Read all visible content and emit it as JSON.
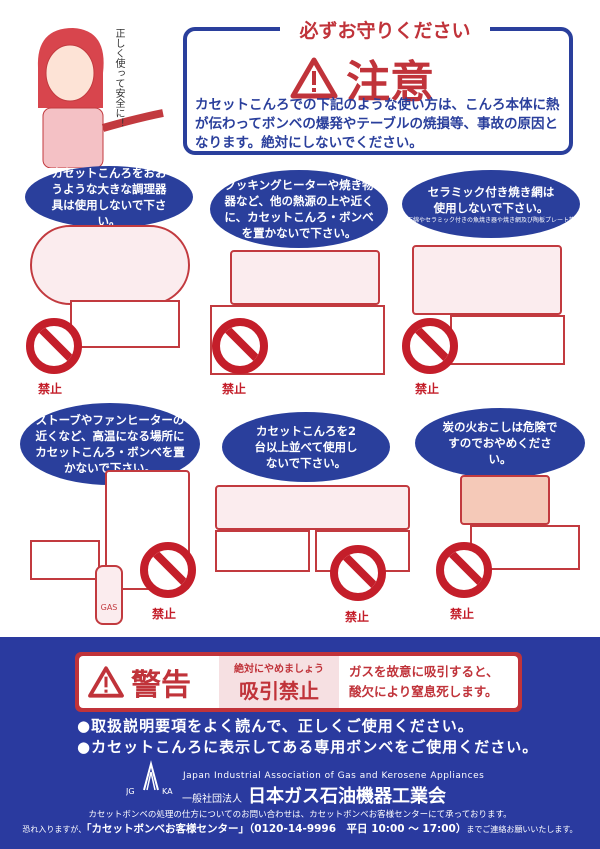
{
  "header": {
    "must_keep": "必ずお守りください",
    "caution_title": "注意",
    "caution_text": "カセットこんろでの下記のような使い方は、こんろ本体に熱が伝わってボンベの爆発やテーブルの焼損等、事故の原因となります。絶対にしないでください。",
    "speech": "正しく使って安全に！",
    "icon": "warning-triangle-icon"
  },
  "panels": [
    {
      "bubble": "カセットこんろをおおうような大きな調理器具は使用しないで下さい。",
      "ban_label": "禁止"
    },
    {
      "bubble": "クッキングヒーターや焼き物器など、他の熱源の上や近くに、カセットこんろ・ボンベを置かないで下さい。",
      "ban_label": "禁止"
    },
    {
      "bubble": "セラミック付き焼き網は使用しないで下さい。",
      "note": "石綿やセラミック付きの魚焼き器や焼き網及び陶板プレート等",
      "ban_label": "禁止"
    },
    {
      "bubble": "ストーブやファンヒーターの近くなど、高温になる場所にカセットこんろ・ボンベを置かないで下さい。",
      "ban_label": "禁止",
      "gas_label": "GAS"
    },
    {
      "bubble": "カセットこんろを2台以上並べて使用しないで下さい。",
      "ban_label": "禁止"
    },
    {
      "bubble": "炭の火おこしは危険ですのでおやめください。",
      "ban_label": "禁止"
    }
  ],
  "warning": {
    "title": "警告",
    "sub": "絶対にやめましょう",
    "main": "吸引禁止",
    "text1": "ガスを故意に吸引すると、",
    "text2": "酸欠により窒息死します。"
  },
  "bullets": [
    "●取扱説明要項をよく読んで、正しくご使用ください。",
    "●カセットこんろに表示してある専用ボンベをご使用ください。"
  ],
  "org": {
    "logo": "JGKA",
    "english": "Japan Industrial Association of Gas and Kerosene Appliances",
    "prefix": "一般社団法人",
    "name": "日本ガス石油機器工業会"
  },
  "footer": {
    "line1": "カセットボンベの処理の仕方についてのお問い合わせは、カセットボンベお客様センターにて承っております。",
    "pre": "恐れ入りますが、",
    "center": "「カセットボンベお客様センター」（0120-14-9996　平日 10:00 ～ 17:00）",
    "post": "までご連絡お願いいたします。"
  },
  "colors": {
    "blue": "#2a3a9f",
    "red": "#c0333a"
  }
}
